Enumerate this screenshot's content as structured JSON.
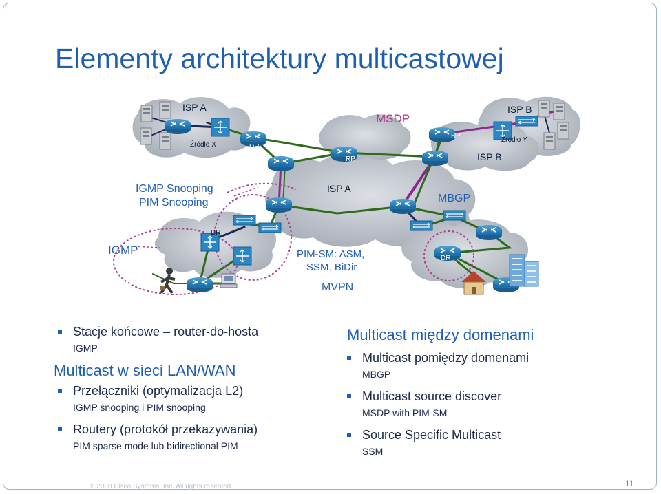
{
  "slide": {
    "title": "Elementy architektury multicastowej",
    "page_number": "11",
    "copyright": "© 2008 Cisco Systems, Inc. All rights reserved."
  },
  "diagram": {
    "isp_a_top": "ISP A",
    "isp_b_top": "ISP B",
    "isp_b_bottom": "ISP B",
    "isp_a_center": "ISP A",
    "source_x": "Źródło X",
    "source_y": "Źródło Y",
    "msdp": "MSDP",
    "mbgp": "MBGP",
    "rp_center": "RP",
    "rp_right": "RP",
    "dr_top": "DR",
    "dr_left": "DR",
    "dr_right": "DR",
    "igmp_snooping": "IGMP Snooping",
    "pim_snooping": "PIM Snooping",
    "igmp": "IGMP",
    "pim_sm_line1": "PIM-SM: ASM,",
    "pim_sm_line2": "SSM, BiDir",
    "mvpn": "MVPN"
  },
  "left_column": {
    "bullet1": "Stacje końcowe – router-do-hosta",
    "bullet1_sub": "IGMP",
    "heading": "Multicast w sieci LAN/WAN",
    "bullet2": "Przełączniki (optymalizacja L2)",
    "bullet2_sub": "IGMP snooping i PIM snooping",
    "bullet3": "Routery (protokół przekazywania)",
    "bullet3_sub": "PIM sparse mode lub bidirectional PIM"
  },
  "right_column": {
    "heading": "Multicast między domenami",
    "bullet1": "Multicast pomiędzy domenami",
    "bullet1_sub": "MBGP",
    "bullet2": "Multicast source discover",
    "bullet2_sub": "MSDP with PIM-SM",
    "bullet3": "Source Specific Multicast",
    "bullet3_sub": "SSM"
  },
  "colors": {
    "title_blue": "#1f5fb3",
    "link_green": "#2f6b1f",
    "link_purple": "#8a2a8f",
    "link_navy": "#1c2a5a",
    "cloud_gray": "#b9bec6"
  },
  "icons": [
    "router-icon",
    "switch-icon",
    "server-icon",
    "pc-icon",
    "house-icon",
    "building-icon",
    "person-icon"
  ]
}
